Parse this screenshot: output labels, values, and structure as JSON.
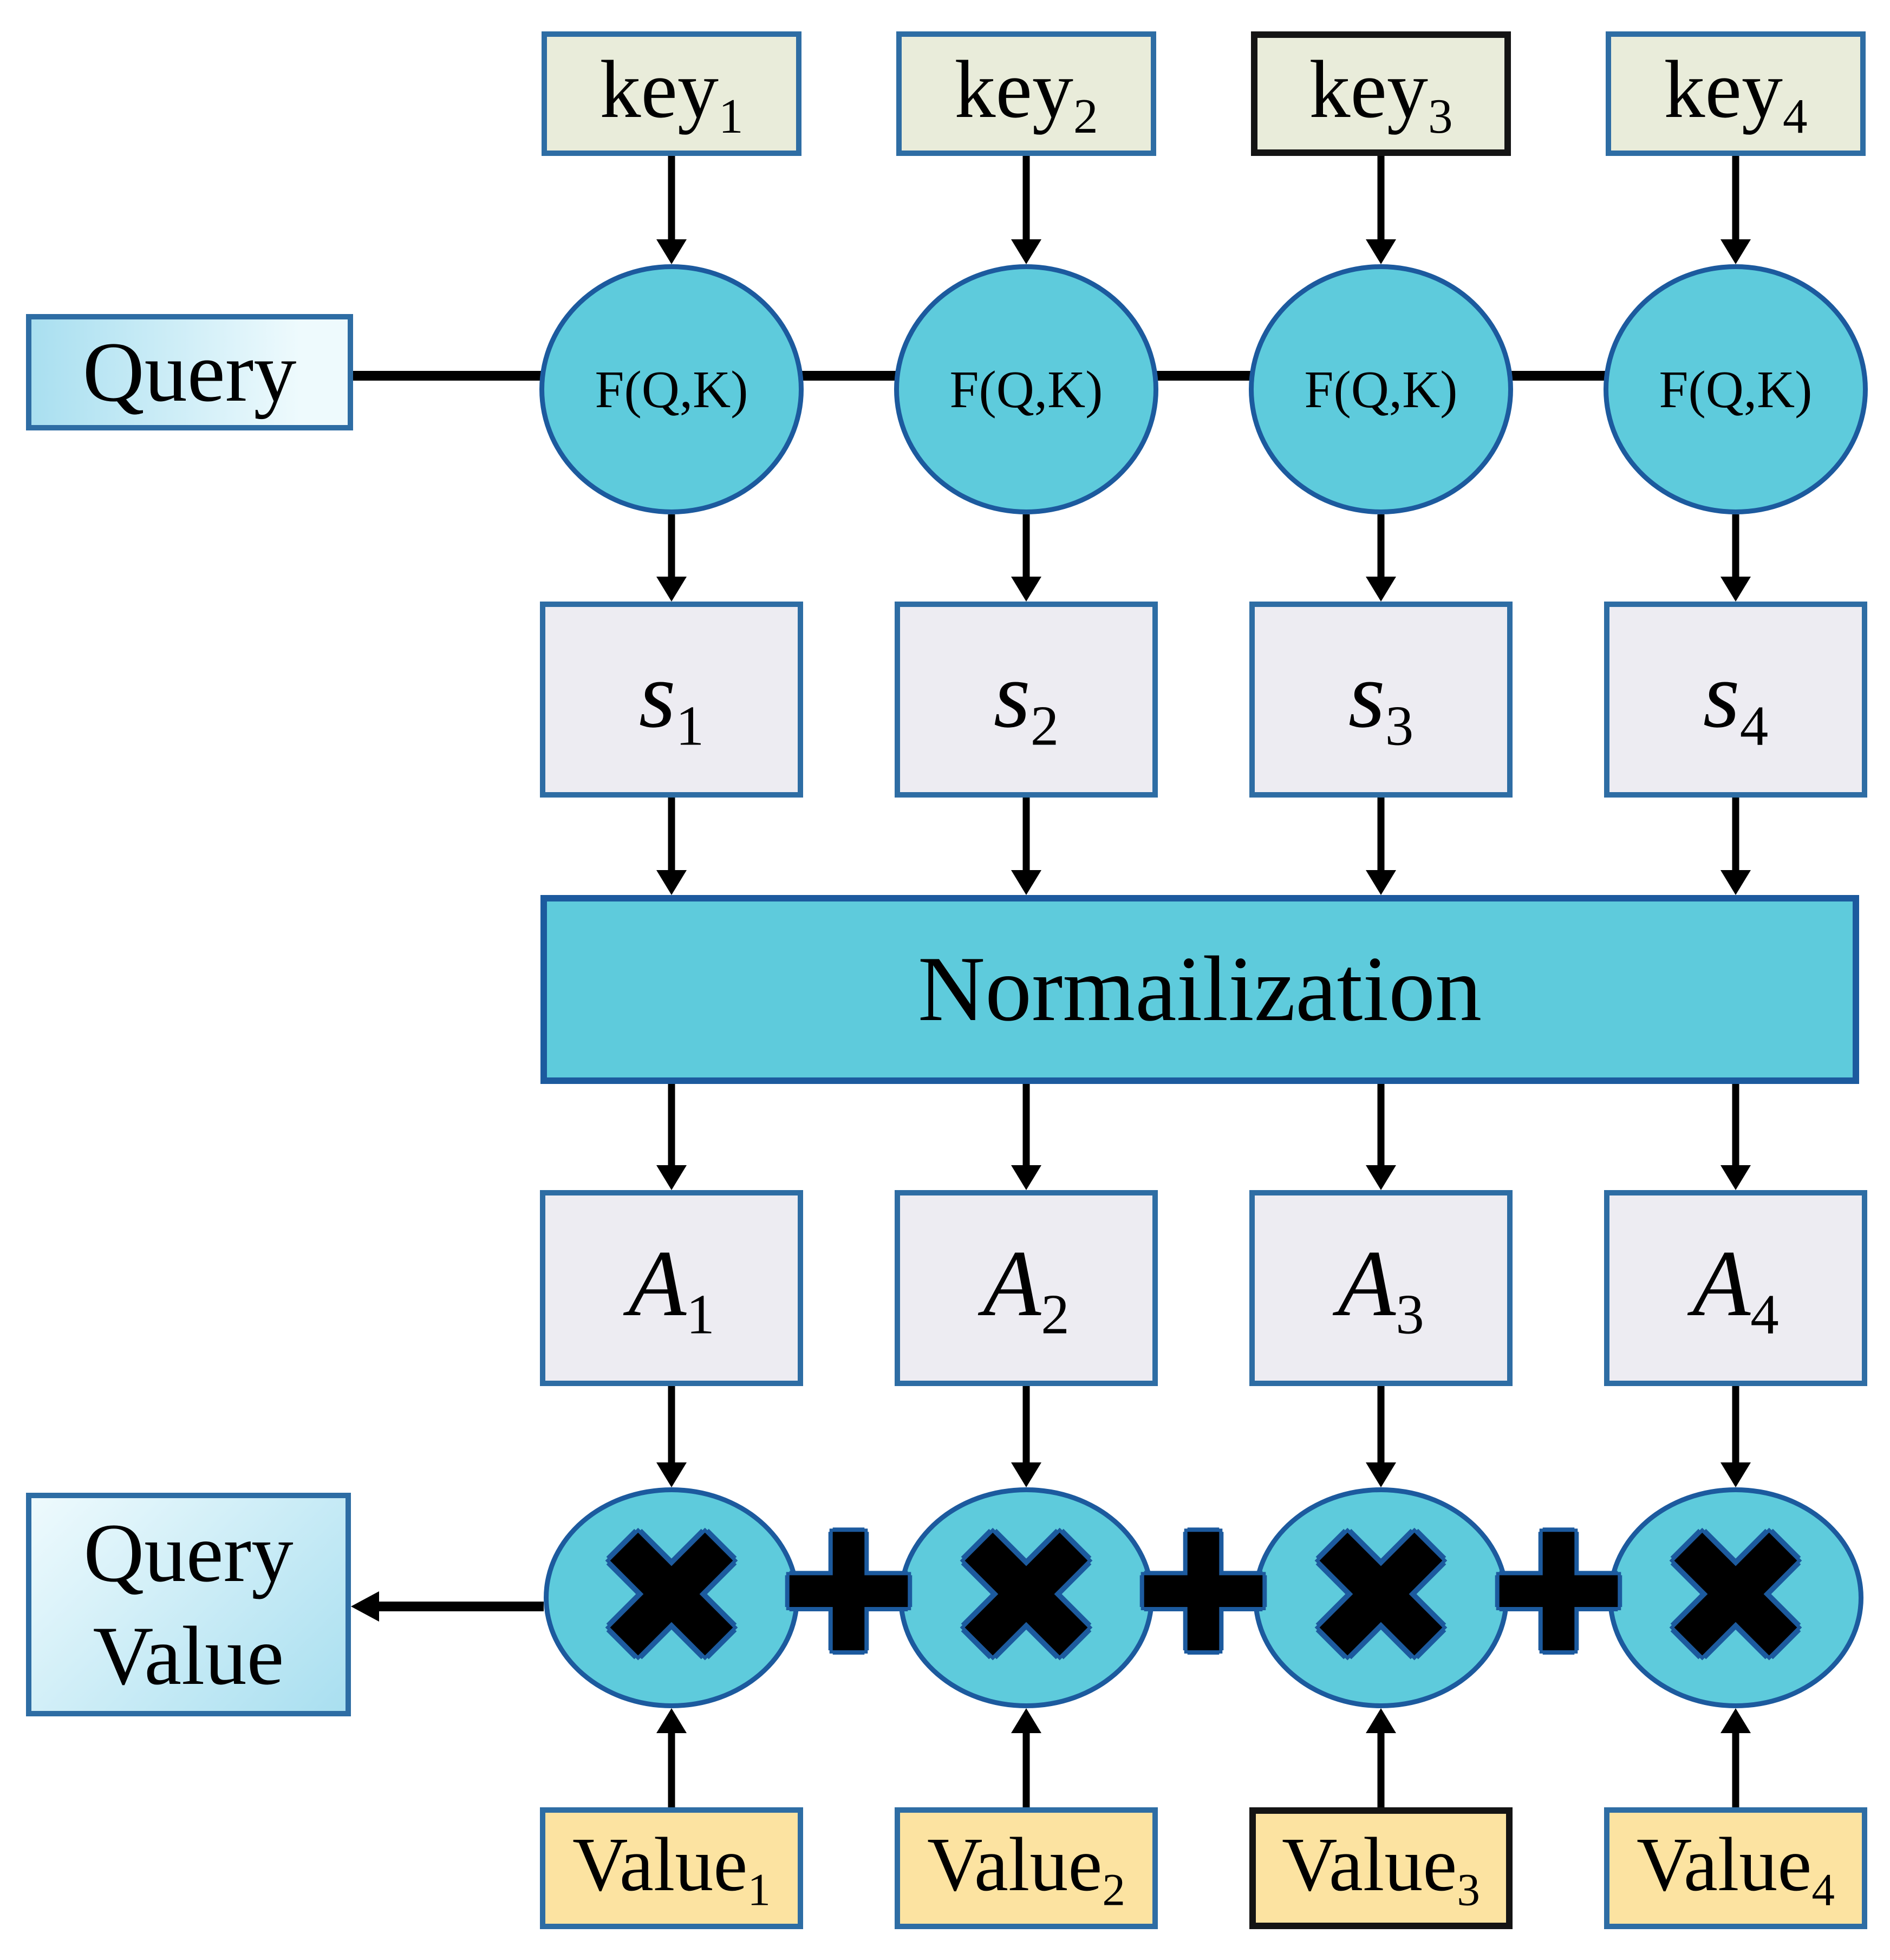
{
  "diagram_title": "query-key-value attention flow",
  "colors": {
    "teal_fill": "#5ecbdc",
    "teal_border": "#1c5a9e",
    "box_border_blue": "#2e6da4",
    "box_border_black": "#141414",
    "key_box_fill": "#e9ecda",
    "score_box_fill": "#edecf2",
    "value_box_fill": "#fce3a1",
    "query_gradient_start": "#a9dff0",
    "query_gradient_end": "#eefafd",
    "arrow_color": "#000000"
  },
  "query_box": {
    "label": "Query"
  },
  "query_value_box": {
    "line1": "Query",
    "line2": "Value"
  },
  "normalization_bar": {
    "label": "Normailization"
  },
  "operators": {
    "multiply_icon": "✖",
    "plus_icon": "✚"
  },
  "columns": [
    {
      "key_base": "key",
      "key_sub": "1",
      "fqk_label": "F(Q,K)",
      "score_base": "s",
      "score_sub": "1",
      "weight_base": "A",
      "weight_sub": "1",
      "value_base": "Value",
      "value_sub": "1"
    },
    {
      "key_base": "key",
      "key_sub": "2",
      "fqk_label": "F(Q,K)",
      "score_base": "s",
      "score_sub": "2",
      "weight_base": "A",
      "weight_sub": "2",
      "value_base": "Value",
      "value_sub": "2"
    },
    {
      "key_base": "key",
      "key_sub": "3",
      "fqk_label": "F(Q,K)",
      "score_base": "s",
      "score_sub": "3",
      "weight_base": "A",
      "weight_sub": "3",
      "value_base": "Value",
      "value_sub": "3"
    },
    {
      "key_base": "key",
      "key_sub": "4",
      "fqk_label": "F(Q,K)",
      "score_base": "s",
      "score_sub": "4",
      "weight_base": "A",
      "weight_sub": "4",
      "value_base": "Value",
      "value_sub": "4"
    }
  ]
}
